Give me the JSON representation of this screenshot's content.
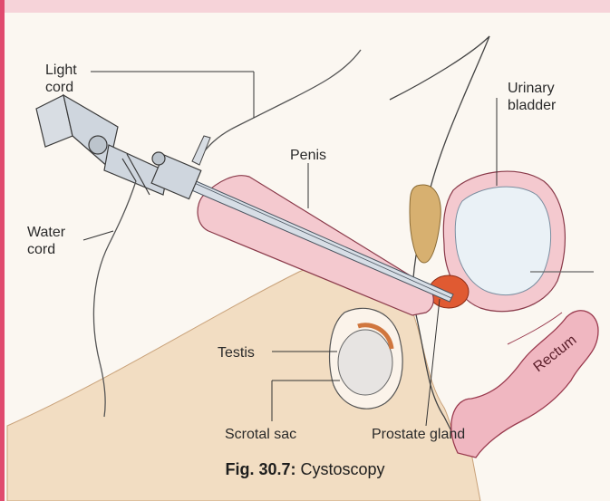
{
  "labels": {
    "light_cord": [
      "Light",
      "cord"
    ],
    "water_cord": [
      "Water",
      "cord"
    ],
    "penis": "Penis",
    "urinary_bladder": [
      "Urinary",
      "bladder"
    ],
    "testis": "Testis",
    "rectum": "Rectum",
    "scrotal_sac": "Scrotal sac",
    "prostate_gland": "Prostate gland"
  },
  "caption": {
    "fig_number": "Fig. 30.7:",
    "title": "Cystoscopy"
  },
  "colors": {
    "border": "#e04a6e",
    "skin": "#f2ddc2",
    "pink": "#f4c9cf",
    "bone": "#d7b070",
    "prostate": "#e05a32",
    "bladder_fill": "#eaf1f6"
  }
}
